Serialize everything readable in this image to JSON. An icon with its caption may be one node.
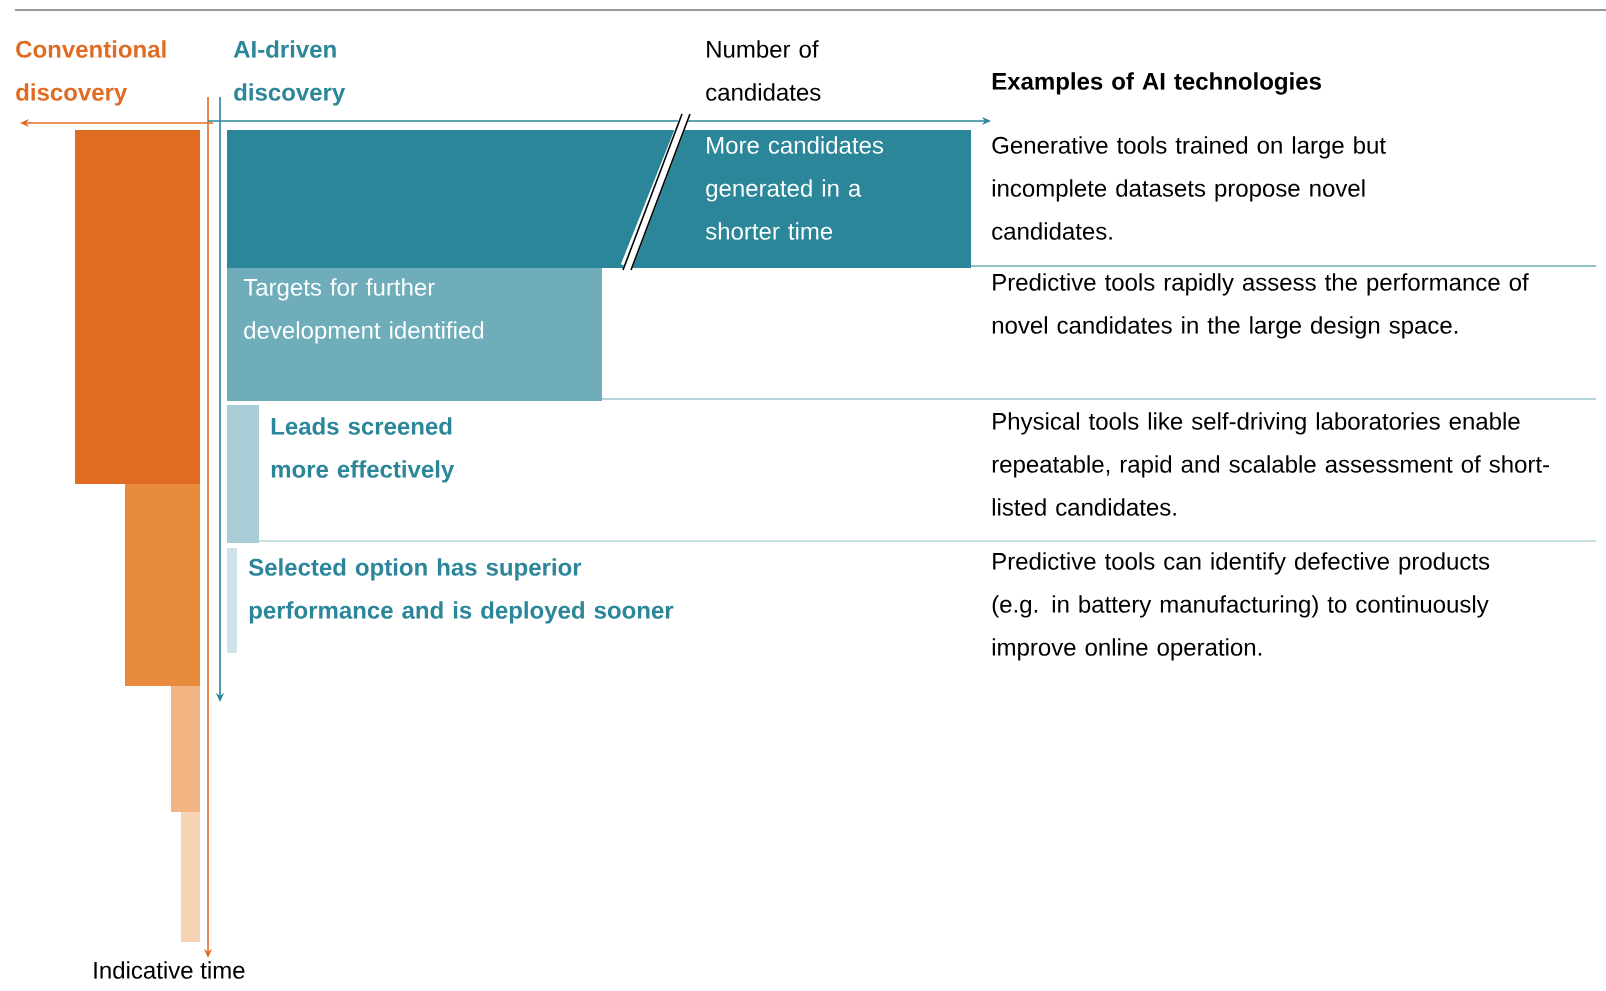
{
  "diagram": {
    "nodes": [
      {
        "text": [],
        "shape": "bar"
      },
      {
        "text": [],
        "shape": "bar"
      },
      {
        "text": [],
        "shape": "bar"
      },
      {
        "text": [],
        "shape": "bar"
      },
      {
        "text": [
          "More candidates generated in a shorter time"
        ]
      },
      {
        "text": [
          "Targets for further development identified"
        ]
      },
      {
        "text": [
          "Leads screened more effectively"
        ]
      },
      {
        "text": [
          "Selected option has superior performance and is deployed sooner"
        ]
      }
    ],
    "labels": [
      "Conventional discovery",
      "AI-driven discovery",
      "Number of candidates",
      "Examples of AI technologies",
      "Generative tools trained on large but incomplete datasets propose novel candidates.",
      "Predictive tools rapidly assess the performance of novel candidates in the large design space.",
      "Physical tools like self-driving laboratories enable repeatable, rapid and scalable assessment of short-listed candidates.",
      "Predictive tools can identify defective products (e.g. in battery manufacturing) to continuously improve online operation.",
      "Indicative time"
    ]
  }
}
